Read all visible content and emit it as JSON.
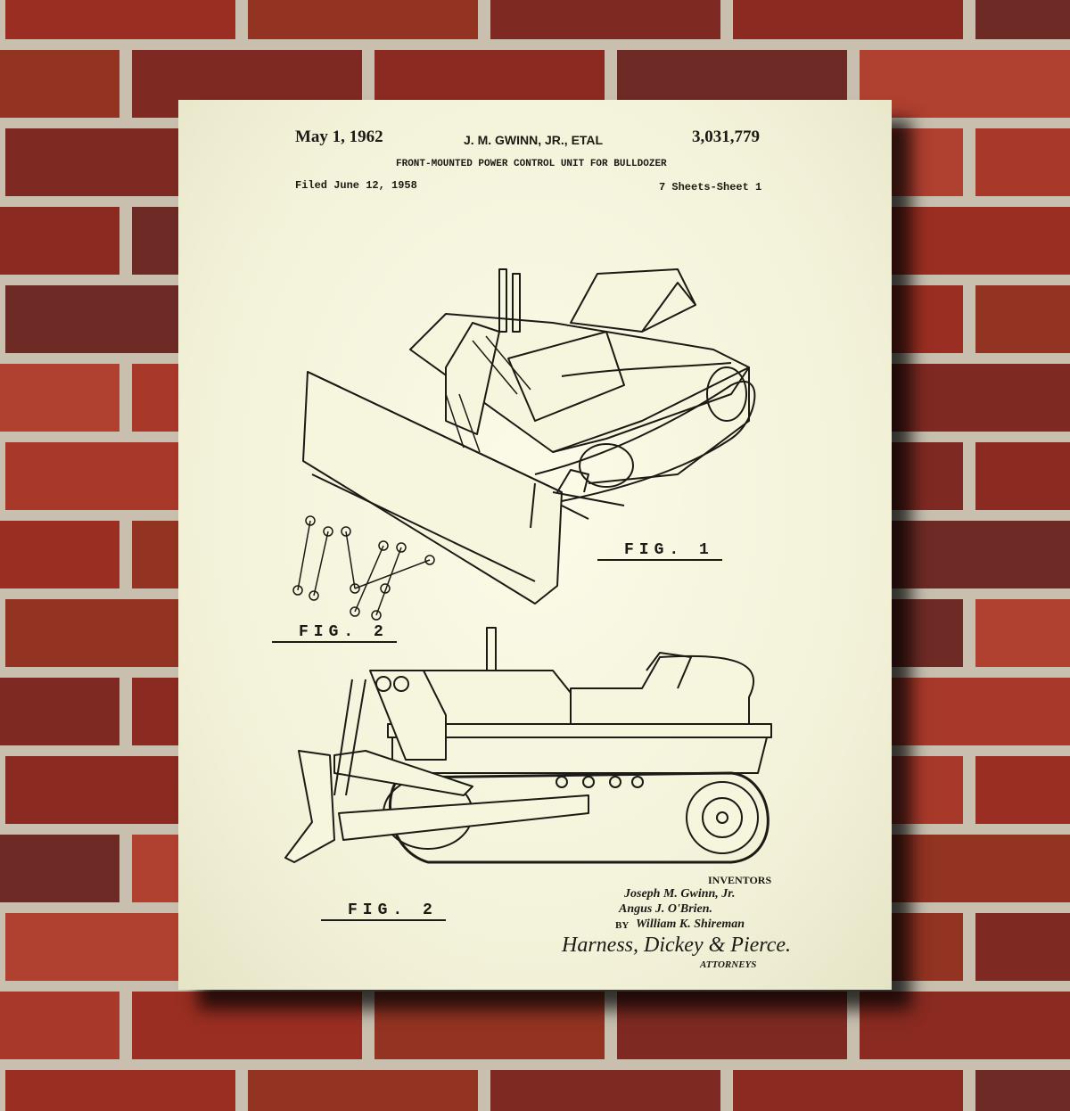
{
  "patent": {
    "date": "May 1, 1962",
    "inventor_header": "J. M. GWINN, JR., ETAL",
    "number": "3,031,779",
    "title": "FRONT-MOUNTED POWER CONTROL UNIT FOR BULLDOZER",
    "filed": "Filed June 12, 1958",
    "sheets": "7 Sheets-Sheet 1",
    "fig1_label": "FIG. 1",
    "fig2a_label": "FIG. 2",
    "fig2b_label": "FIG. 2",
    "inventors_heading": "INVENTORS",
    "inventors": [
      "Joseph M. Gwinn, Jr.",
      "Angus J. O'Brien.",
      "William K. Shireman"
    ],
    "by": "BY",
    "attorneys_signature": "Harness, Dickey & Pierce.",
    "attorneys_label": "ATTORNEYS"
  },
  "colors": {
    "brick": "#9a2e22",
    "mortar": "#c8bfae",
    "paper": "#f6f5de",
    "ink": "#1c1a14"
  }
}
